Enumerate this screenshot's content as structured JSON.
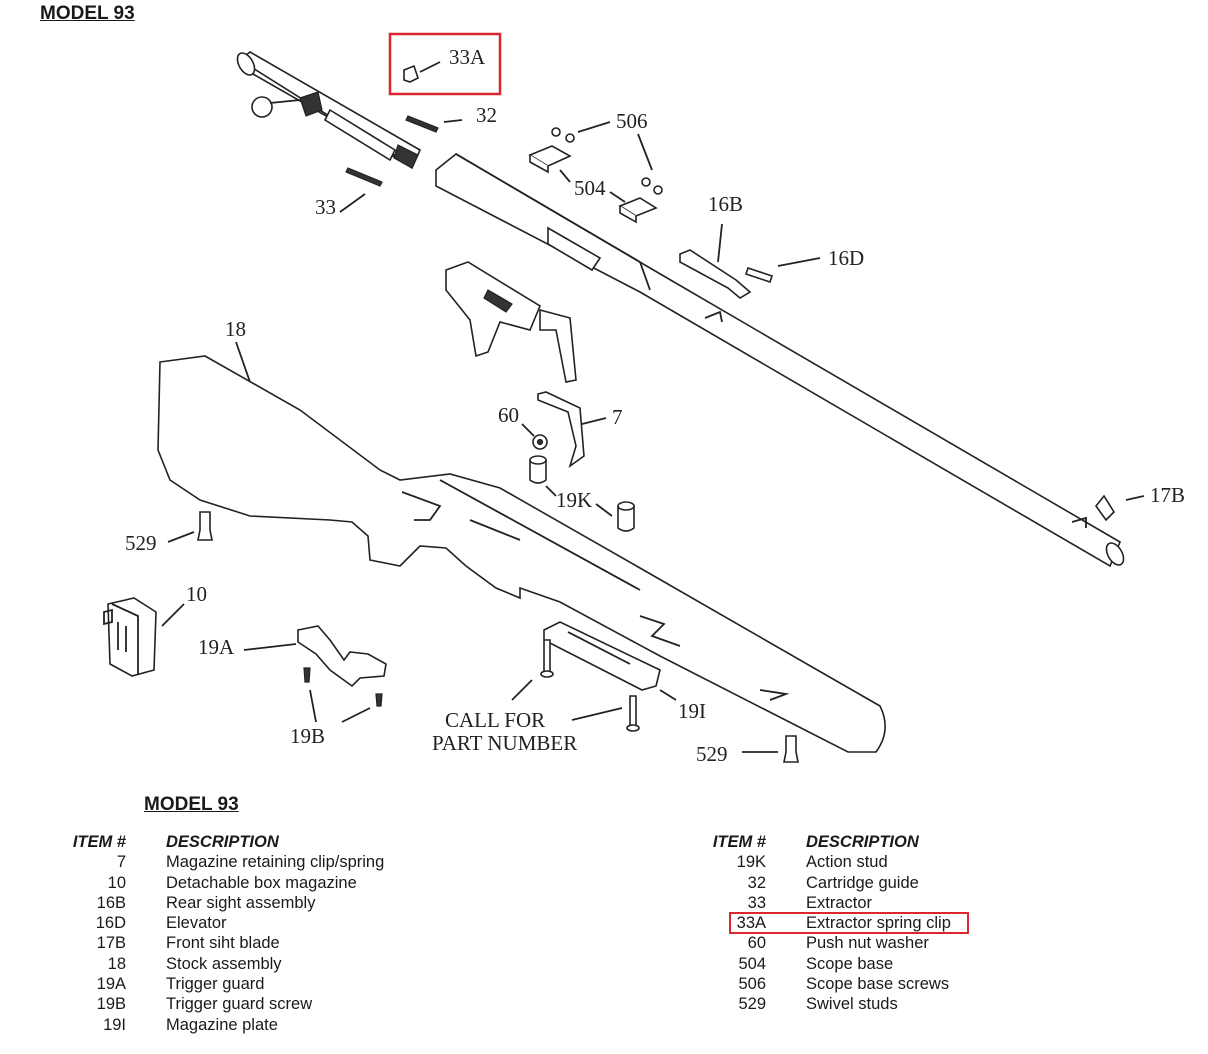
{
  "header": {
    "title": "MODEL 93"
  },
  "diagram": {
    "callouts": {
      "p33A": "33A",
      "p32": "32",
      "p506": "506",
      "p504": "504",
      "p33": "33",
      "p16B": "16B",
      "p16D": "16D",
      "p18": "18",
      "p60": "60",
      "p7": "7",
      "p19K": "19K",
      "p17B": "17B",
      "p529a": "529",
      "p10": "10",
      "p19A": "19A",
      "p19B": "19B",
      "p19I": "19I",
      "p529b": "529",
      "call_line1": "CALL FOR",
      "call_line2": "PART NUMBER"
    },
    "highlight_color": "#d9262f"
  },
  "parts_table": {
    "title": "MODEL 93",
    "col_item_header": "ITEM #",
    "col_desc_header": "DESCRIPTION",
    "left": [
      {
        "item": "7",
        "desc": "Magazine retaining clip/spring"
      },
      {
        "item": "10",
        "desc": "Detachable box magazine"
      },
      {
        "item": "16B",
        "desc": "Rear sight assembly"
      },
      {
        "item": "16D",
        "desc": "Elevator"
      },
      {
        "item": "17B",
        "desc": "Front siht blade"
      },
      {
        "item": "18",
        "desc": "Stock assembly"
      },
      {
        "item": "19A",
        "desc": "Trigger guard"
      },
      {
        "item": "19B",
        "desc": "Trigger guard screw"
      },
      {
        "item": "19I",
        "desc": "Magazine plate"
      }
    ],
    "right": [
      {
        "item": "19K",
        "desc": "Action stud"
      },
      {
        "item": "32",
        "desc": "Cartridge guide"
      },
      {
        "item": "33",
        "desc": "Extractor"
      },
      {
        "item": "33A",
        "desc": "Extractor spring clip",
        "highlighted": true
      },
      {
        "item": "60",
        "desc": "Push nut washer"
      },
      {
        "item": "504",
        "desc": "Scope base"
      },
      {
        "item": "506",
        "desc": "Scope base screws"
      },
      {
        "item": "529",
        "desc": "Swivel studs"
      }
    ]
  }
}
